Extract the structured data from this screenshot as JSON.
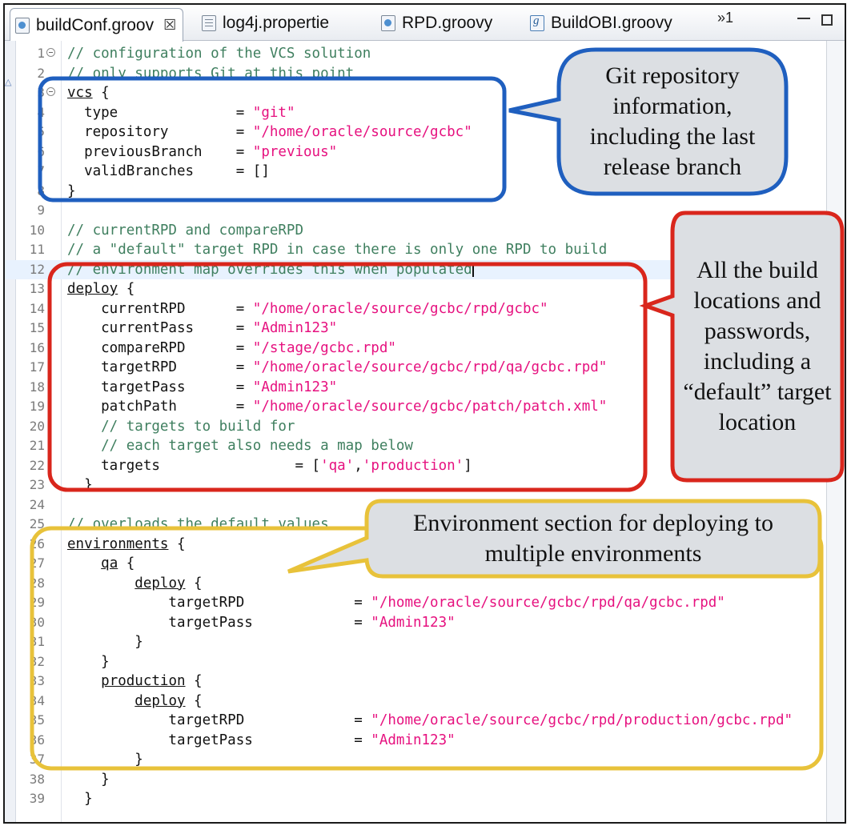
{
  "tabs": [
    {
      "label": "buildConf.groov",
      "icon": "groovy-file-icon",
      "active": true
    },
    {
      "label": "log4j.propertie",
      "icon": "properties-file-icon"
    },
    {
      "label": "RPD.groovy",
      "icon": "groovy-file-icon"
    },
    {
      "label": "BuildOBI.groovy",
      "icon": "groovy-script-icon"
    }
  ],
  "tab_close_glyph": "☒",
  "overflow_label": "»1",
  "code_lines": [
    {
      "n": "1",
      "t": "// configuration of the VCS solution"
    },
    {
      "n": "2",
      "t": "// only supports Git at this point"
    },
    {
      "n": "3",
      "t": "vcs {"
    },
    {
      "n": "4",
      "t": "  type              = \"git\""
    },
    {
      "n": "5",
      "t": "  repository        = \"/home/oracle/source/gcbc\""
    },
    {
      "n": "6",
      "t": "  previousBranch    = \"previous\""
    },
    {
      "n": "7",
      "t": "  validBranches     = []"
    },
    {
      "n": "8",
      "t": "}"
    },
    {
      "n": "9",
      "t": ""
    },
    {
      "n": "10",
      "t": "// currentRPD and compareRPD"
    },
    {
      "n": "11",
      "t": "// a \"default\" target RPD in case there is only one RPD to build"
    },
    {
      "n": "12",
      "t": "// environment map overrides this when populated"
    },
    {
      "n": "13",
      "t": "deploy {"
    },
    {
      "n": "14",
      "t": "    currentRPD      = \"/home/oracle/source/gcbc/rpd/gcbc\""
    },
    {
      "n": "15",
      "t": "    currentPass     = \"Admin123\""
    },
    {
      "n": "16",
      "t": "    compareRPD      = \"/stage/gcbc.rpd\""
    },
    {
      "n": "17",
      "t": "    targetRPD       = \"/home/oracle/source/gcbc/rpd/qa/gcbc.rpd\""
    },
    {
      "n": "18",
      "t": "    targetPass      = \"Admin123\""
    },
    {
      "n": "19",
      "t": "    patchPath       = \"/home/oracle/source/gcbc/patch/patch.xml\""
    },
    {
      "n": "20",
      "t": "    // targets to build for"
    },
    {
      "n": "21",
      "t": "    // each target also needs a map below"
    },
    {
      "n": "22",
      "t": "    targets                = ['qa','production']"
    },
    {
      "n": "23",
      "t": "  }"
    },
    {
      "n": "24",
      "t": ""
    },
    {
      "n": "25",
      "t": "// overloads the default values"
    },
    {
      "n": "26",
      "t": "environments {"
    },
    {
      "n": "27",
      "t": "    qa {"
    },
    {
      "n": "28",
      "t": "        deploy {"
    },
    {
      "n": "29",
      "t": "            targetRPD             = \"/home/oracle/source/gcbc/rpd/qa/gcbc.rpd\""
    },
    {
      "n": "30",
      "t": "            targetPass            = \"Admin123\""
    },
    {
      "n": "31",
      "t": "        }"
    },
    {
      "n": "32",
      "t": "    }"
    },
    {
      "n": "33",
      "t": "    production {"
    },
    {
      "n": "34",
      "t": "        deploy {"
    },
    {
      "n": "35",
      "t": "            targetRPD             = \"/home/oracle/source/gcbc/rpd/production/gcbc.rpd\""
    },
    {
      "n": "36",
      "t": "            targetPass            = \"Admin123\""
    },
    {
      "n": "37",
      "t": "        }"
    },
    {
      "n": "38",
      "t": "    }"
    },
    {
      "n": "39",
      "t": "  }"
    }
  ],
  "annotations": {
    "vcs": {
      "text": "Git repository information, including the last release branch",
      "color": "#1f5fbf"
    },
    "deploy": {
      "text": "All the build locations and passwords, including a “default” target location",
      "color": "#d9261c"
    },
    "environments": {
      "text": "Environment section for deploying to multiple environments",
      "color": "#e8c23a"
    }
  },
  "colors": {
    "comment": "#3f7f5f",
    "string": "#e6117f",
    "current_line": "#e8f2fe"
  }
}
